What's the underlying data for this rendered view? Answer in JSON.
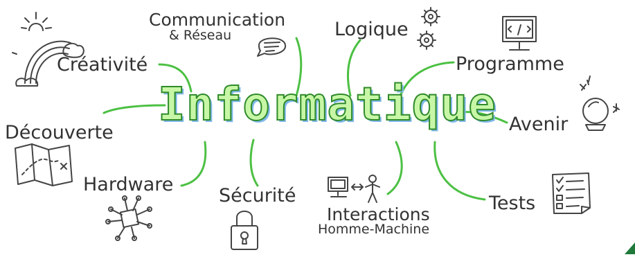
{
  "center": {
    "title": "Informatique"
  },
  "topics": {
    "creativite": "Créativité",
    "communication": "Communication",
    "communication_sub": "& Réseau",
    "logique": "Logique",
    "programme": "Programme",
    "avenir": "Avenir",
    "decouverte": "Découverte",
    "hardware": "Hardware",
    "securite": "Sécurité",
    "interactions": "Interactions",
    "interactions_sub": "Homme-Machine",
    "tests": "Tests"
  },
  "colors": {
    "branch": "#4cc043",
    "title_fill": "#c7f7a6",
    "title_outline": "#2f8a2a",
    "title_shadow": "#7fb8ea",
    "ink": "#444444",
    "corner": "#1f7a3a"
  },
  "icons": [
    "sun-icon",
    "rainbow-cloud-icon",
    "speech-bubble-icon",
    "gears-icon",
    "monitor-code-icon",
    "crystal-ball-icon",
    "map-icon",
    "circuit-chip-icon",
    "padlock-icon",
    "computer-person-icon",
    "checklist-icon"
  ]
}
